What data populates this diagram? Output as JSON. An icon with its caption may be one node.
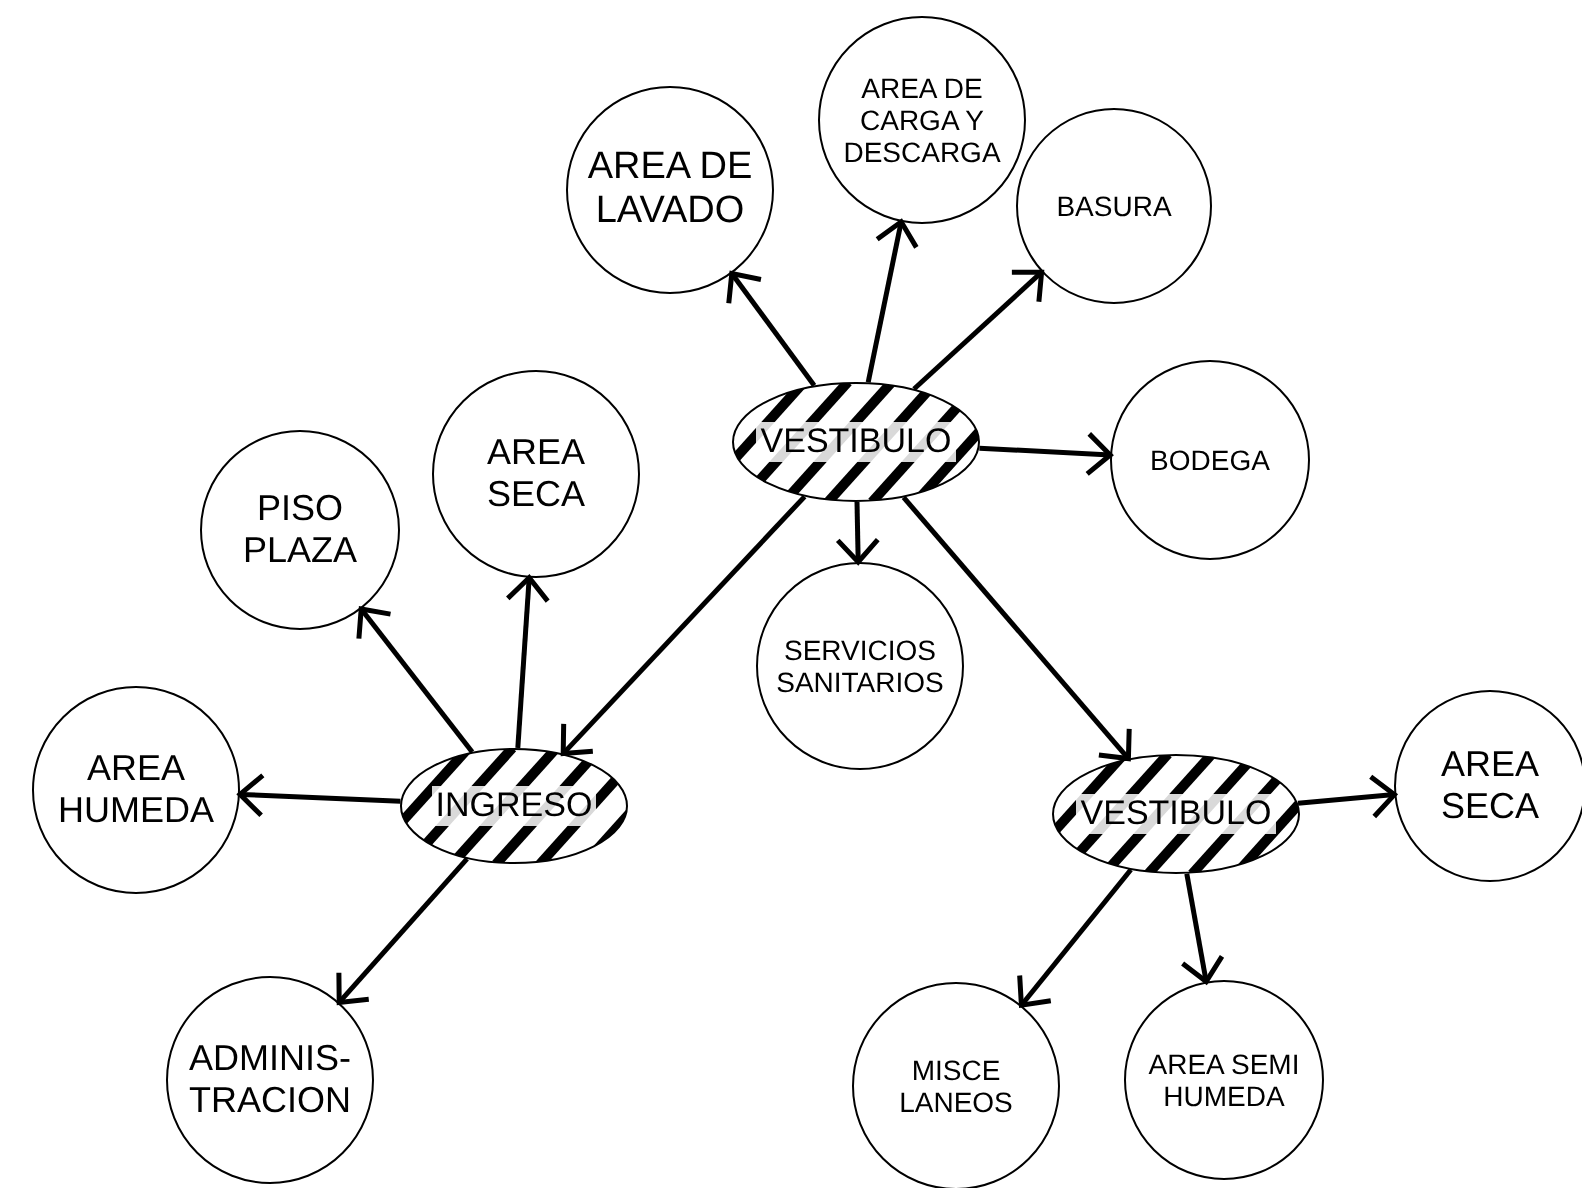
{
  "diagram": {
    "nodes": [
      {
        "text": [
          "VESTIBULO"
        ]
      },
      {
        "text": [
          "AREA DE LAVADO"
        ]
      },
      {
        "text": [
          "AREA DE CARGA Y DESCARGA"
        ]
      },
      {
        "text": [
          "BASURA"
        ]
      },
      {
        "text": [
          "BODEGA"
        ]
      },
      {
        "text": [
          "SERVICIOS SANITARIOS"
        ]
      },
      {
        "text": [
          "INGRESO"
        ]
      },
      {
        "text": [
          "PISO PLAZA"
        ]
      },
      {
        "text": [
          "AREA SECA"
        ]
      },
      {
        "text": [
          "AREA HUMEDA"
        ]
      },
      {
        "text": [
          "ADMINIS- TRACION"
        ]
      },
      {
        "text": [
          "VESTIBULO"
        ]
      },
      {
        "text": [
          "AREA SECA"
        ]
      },
      {
        "text": [
          "MISCE LANEOS"
        ]
      },
      {
        "text": [
          "AREA SEMI HUMEDA"
        ]
      }
    ],
    "edges": [
      {
        "from": 0,
        "to": 1,
        "arrow": "to"
      },
      {
        "from": 0,
        "to": 2,
        "arrow": "to"
      },
      {
        "from": 0,
        "to": 3,
        "arrow": "to"
      },
      {
        "from": 0,
        "to": 4,
        "arrow": "to"
      },
      {
        "from": 0,
        "to": 5,
        "arrow": "to"
      },
      {
        "from": 0,
        "to": 6,
        "arrow": "to"
      },
      {
        "from": 0,
        "to": 11,
        "arrow": "to"
      },
      {
        "from": 6,
        "to": 7,
        "arrow": "to"
      },
      {
        "from": 6,
        "to": 8,
        "arrow": "to"
      },
      {
        "from": 6,
        "to": 9,
        "arrow": "to"
      },
      {
        "from": 6,
        "to": 10,
        "arrow": "to"
      },
      {
        "from": 11,
        "to": 12,
        "arrow": "to"
      },
      {
        "from": 11,
        "to": 13,
        "arrow": "to"
      },
      {
        "from": 11,
        "to": 14,
        "arrow": "to"
      }
    ]
  }
}
